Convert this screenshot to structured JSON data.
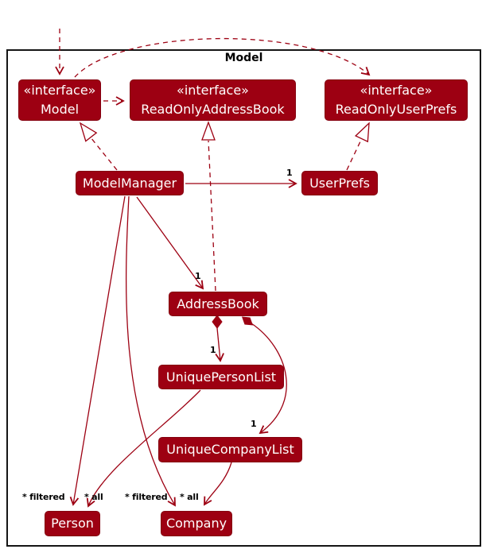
{
  "title": "Model",
  "classes": {
    "model": {
      "stereotype": "«interface»",
      "name": "Model"
    },
    "readOnlyAddressBook": {
      "stereotype": "«interface»",
      "name": "ReadOnlyAddressBook"
    },
    "readOnlyUserPrefs": {
      "stereotype": "«interface»",
      "name": "ReadOnlyUserPrefs"
    },
    "modelManager": {
      "name": "ModelManager"
    },
    "userPrefs": {
      "name": "UserPrefs"
    },
    "addressBook": {
      "name": "AddressBook"
    },
    "uniquePersonList": {
      "name": "UniquePersonList"
    },
    "uniqueCompanyList": {
      "name": "UniqueCompanyList"
    },
    "person": {
      "name": "Person"
    },
    "company": {
      "name": "Company"
    }
  },
  "labels": {
    "userPrefsMult": "1",
    "addressBookMult": "1",
    "uniquePersonListMult": "1",
    "uniqueCompanyListMult": "1",
    "personFiltered": "* filtered",
    "personAll": "* all",
    "companyFiltered": "* filtered",
    "companyAll": "* all"
  },
  "colors": {
    "accent": "#9D0012",
    "frameBorder": "#151515",
    "background": "#FFFFFF",
    "boxText": "#FFFFFF",
    "labelText": "#000000"
  }
}
